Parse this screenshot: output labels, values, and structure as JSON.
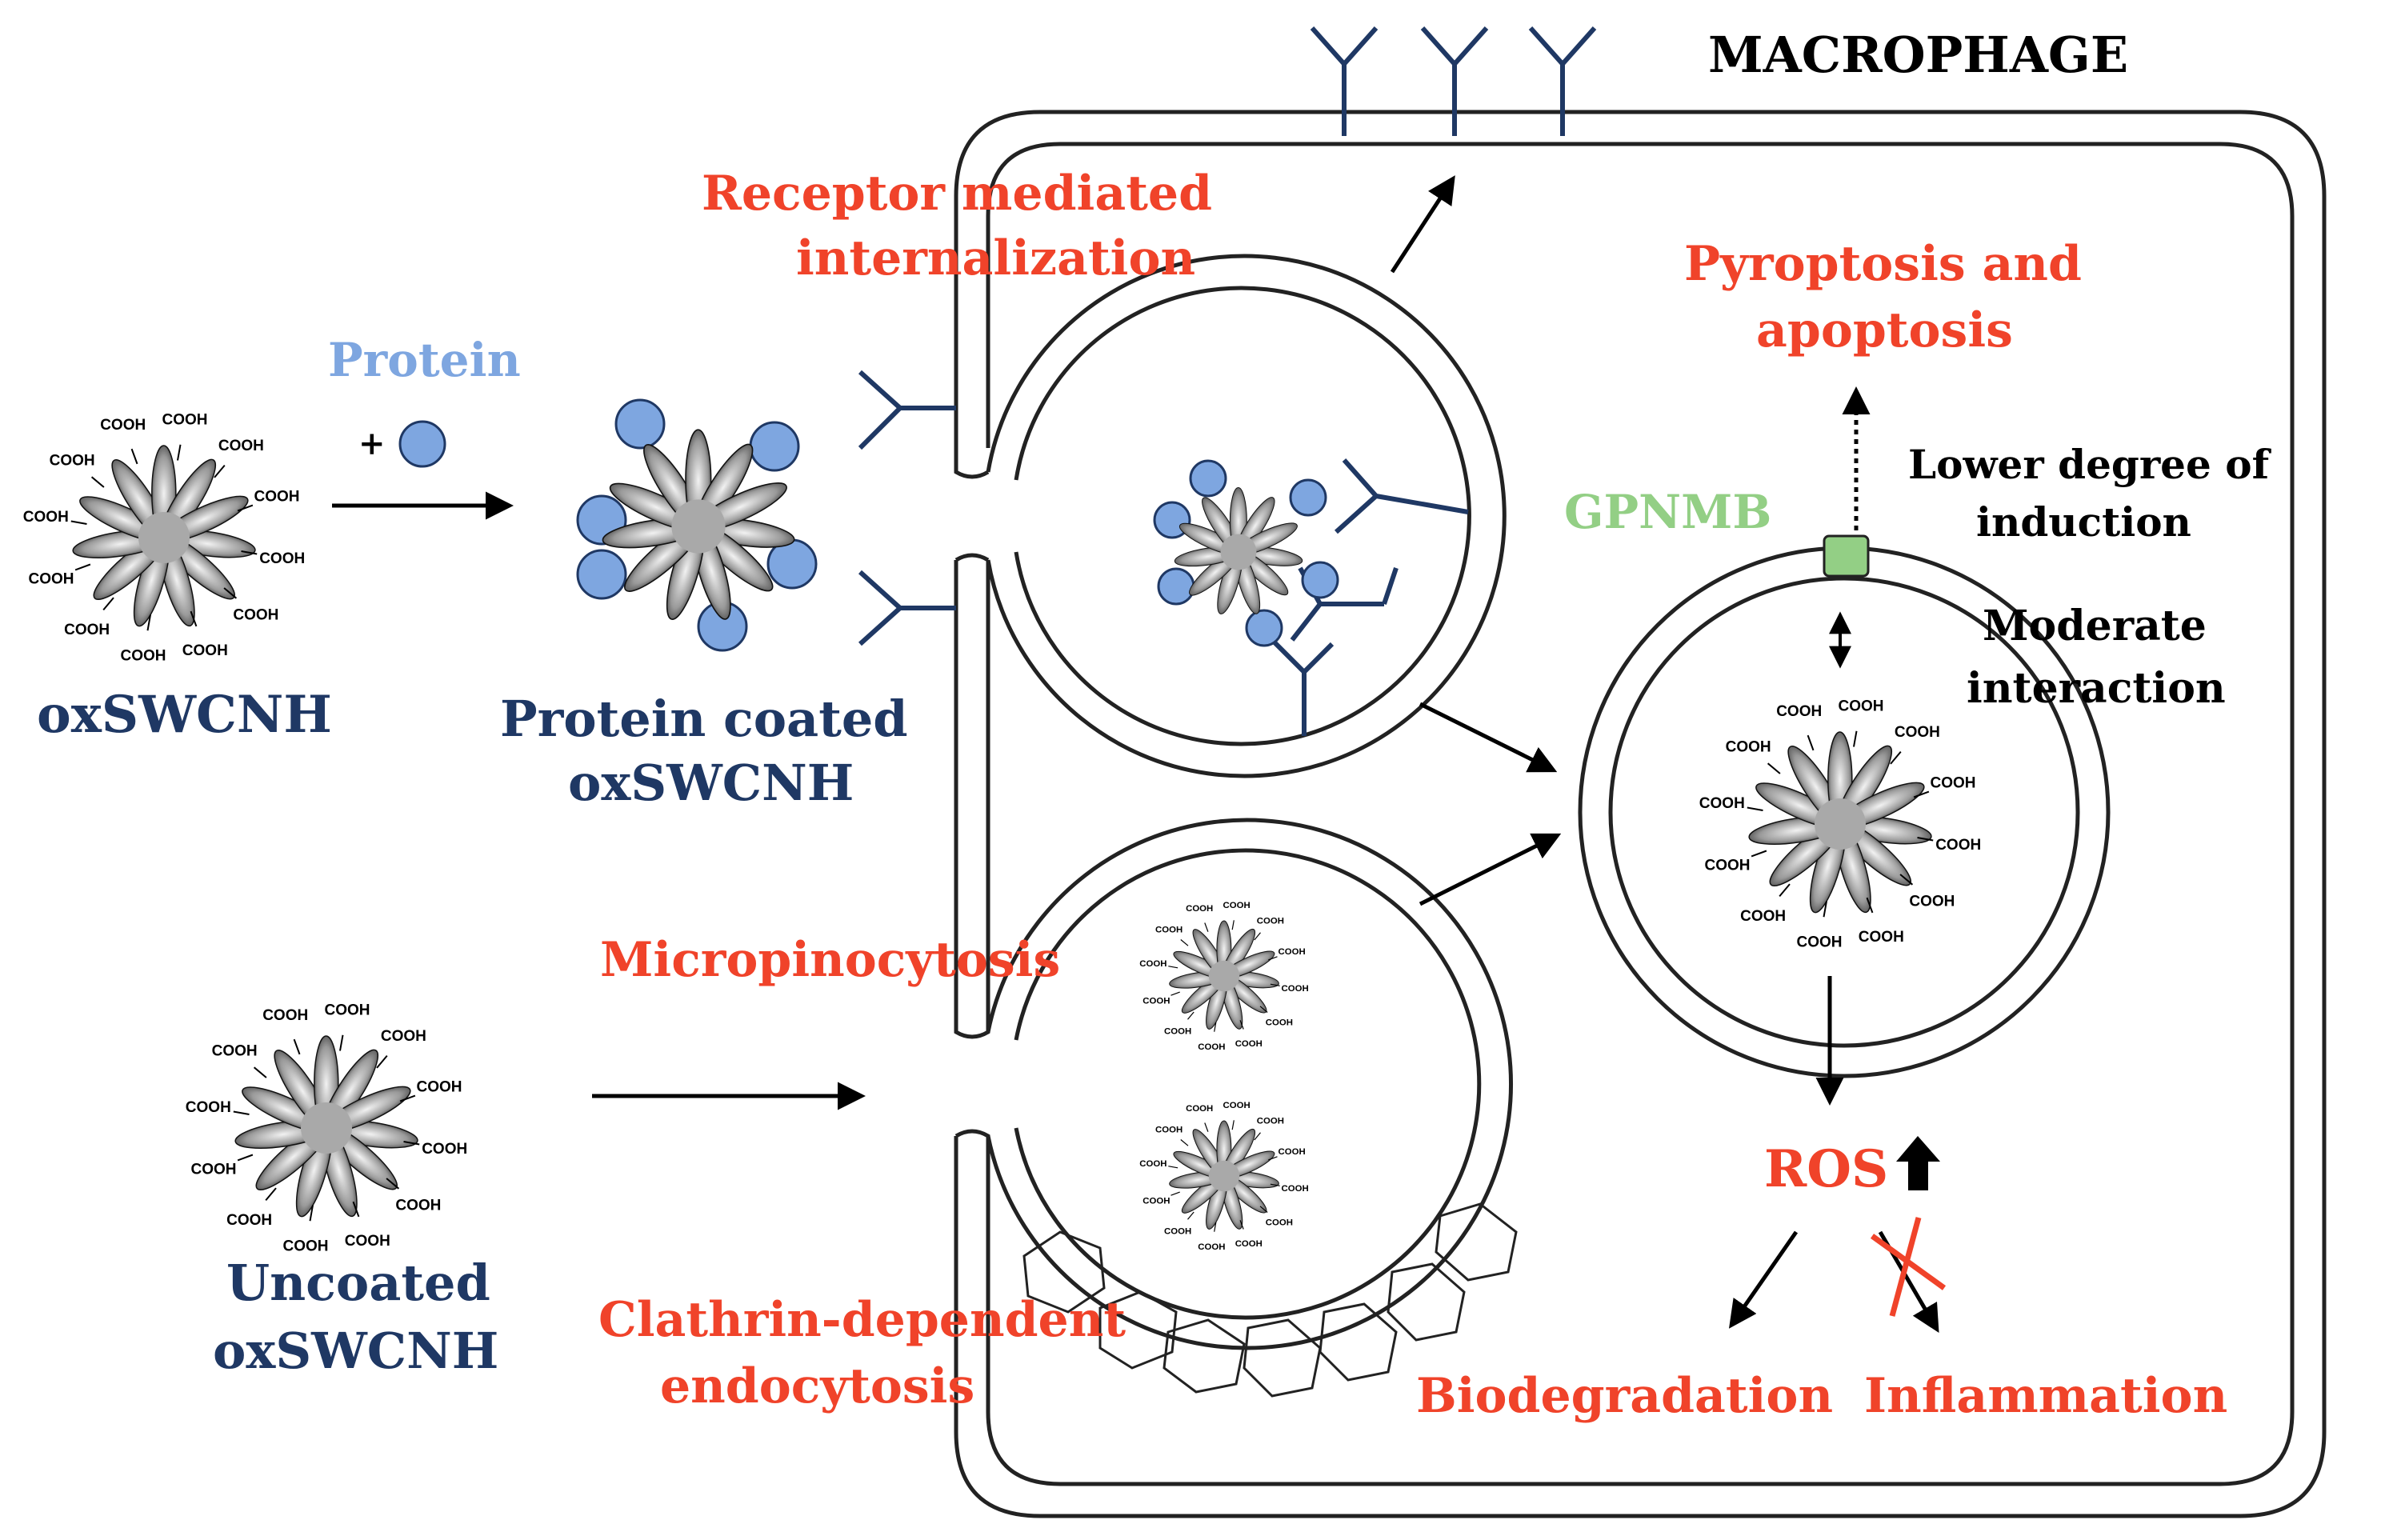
{
  "colors": {
    "navy": "#1f3864",
    "red": "#f0432a",
    "protein_blue": "#7ea6e0",
    "gpnmb_green": "#93cf85",
    "black": "#000000"
  },
  "labels": {
    "macrophage": "MACROPHAGE",
    "protein": "Protein",
    "plus": "+",
    "oxswcnh": "oxSWCNH",
    "protein_coated_1": "Protein coated",
    "protein_coated_2": "oxSWCNH",
    "uncoated_1": "Uncoated",
    "uncoated_2": "oxSWCNH",
    "receptor_1": "Receptor mediated",
    "receptor_2": "internalization",
    "micropinocytosis": "Micropinocytosis",
    "clathrin_1": "Clathrin-dependent",
    "clathrin_2": "endocytosis",
    "pyroptosis_1": "Pyroptosis and",
    "pyroptosis_2": "apoptosis",
    "gpnmb": "GPNMB",
    "lower_1": "Lower degree of",
    "lower_2": "induction",
    "moderate_1": "Moderate",
    "moderate_2": "interaction",
    "ros": "ROS",
    "biodegradation": "Biodegradation",
    "inflammation": "Inflammation",
    "cooh": "COOH"
  }
}
